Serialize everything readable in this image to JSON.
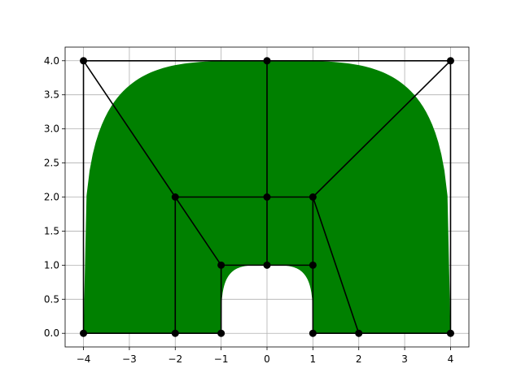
{
  "chart_data": {
    "type": "area",
    "title": "",
    "xlabel": "",
    "ylabel": "",
    "xlim": [
      -4.4,
      4.4
    ],
    "ylim": [
      -0.2,
      4.2
    ],
    "grid": true,
    "fill_color": "#008000",
    "line_color": "#000000",
    "xticks": [
      {
        "value": -4,
        "label": "−4"
      },
      {
        "value": -3,
        "label": "−3"
      },
      {
        "value": -2,
        "label": "−2"
      },
      {
        "value": -1,
        "label": "−1"
      },
      {
        "value": 0,
        "label": "0"
      },
      {
        "value": 1,
        "label": "1"
      },
      {
        "value": 2,
        "label": "2"
      },
      {
        "value": 3,
        "label": "3"
      },
      {
        "value": 4,
        "label": "4"
      }
    ],
    "yticks": [
      {
        "value": 0.0,
        "label": "0.0"
      },
      {
        "value": 0.5,
        "label": "0.5"
      },
      {
        "value": 1.0,
        "label": "1.0"
      },
      {
        "value": 1.5,
        "label": "1.5"
      },
      {
        "value": 2.0,
        "label": "2.0"
      },
      {
        "value": 2.5,
        "label": "2.5"
      },
      {
        "value": 3.0,
        "label": "3.0"
      },
      {
        "value": 3.5,
        "label": "3.5"
      },
      {
        "value": 4.0,
        "label": "4.0"
      }
    ],
    "filled_region": {
      "outer_boundary": "superellipse centered (0,0) with half-width 4 and height 4, flat top",
      "inner_hole": "superellipse centered (0,0) with half-width 1 and height 1",
      "outer_half_width": 4,
      "outer_height": 4,
      "inner_half_width": 1,
      "inner_height": 1
    },
    "nodes": [
      {
        "x": -4,
        "y": 4
      },
      {
        "x": 0,
        "y": 4
      },
      {
        "x": 4,
        "y": 4
      },
      {
        "x": -2,
        "y": 2
      },
      {
        "x": 0,
        "y": 2
      },
      {
        "x": 1,
        "y": 2
      },
      {
        "x": -1,
        "y": 1
      },
      {
        "x": 0,
        "y": 1
      },
      {
        "x": 1,
        "y": 1
      },
      {
        "x": -4,
        "y": 0
      },
      {
        "x": -2,
        "y": 0
      },
      {
        "x": -1,
        "y": 0
      },
      {
        "x": 1,
        "y": 0
      },
      {
        "x": 2,
        "y": 0
      },
      {
        "x": 4,
        "y": 0
      }
    ],
    "edges": [
      [
        [
          -4,
          4
        ],
        [
          0,
          4
        ]
      ],
      [
        [
          0,
          4
        ],
        [
          4,
          4
        ]
      ],
      [
        [
          -4,
          4
        ],
        [
          -4,
          0
        ]
      ],
      [
        [
          4,
          4
        ],
        [
          4,
          0
        ]
      ],
      [
        [
          0,
          4
        ],
        [
          0,
          2
        ]
      ],
      [
        [
          0,
          2
        ],
        [
          0,
          1
        ]
      ],
      [
        [
          -4,
          4
        ],
        [
          -2,
          2
        ]
      ],
      [
        [
          4,
          4
        ],
        [
          1,
          2
        ]
      ],
      [
        [
          -2,
          2
        ],
        [
          0,
          2
        ]
      ],
      [
        [
          0,
          2
        ],
        [
          1,
          2
        ]
      ],
      [
        [
          -2,
          2
        ],
        [
          -2,
          0
        ]
      ],
      [
        [
          -2,
          2
        ],
        [
          -1,
          1
        ]
      ],
      [
        [
          -1,
          1
        ],
        [
          0,
          1
        ]
      ],
      [
        [
          0,
          1
        ],
        [
          1,
          1
        ]
      ],
      [
        [
          1,
          2
        ],
        [
          1,
          1
        ]
      ],
      [
        [
          1,
          2
        ],
        [
          2,
          0
        ]
      ],
      [
        [
          -1,
          1
        ],
        [
          -1,
          0
        ]
      ],
      [
        [
          1,
          1
        ],
        [
          1,
          0
        ]
      ],
      [
        [
          -4,
          0
        ],
        [
          -2,
          0
        ]
      ],
      [
        [
          -2,
          0
        ],
        [
          -1,
          0
        ]
      ],
      [
        [
          1,
          0
        ],
        [
          2,
          0
        ]
      ],
      [
        [
          2,
          0
        ],
        [
          4,
          0
        ]
      ]
    ]
  }
}
